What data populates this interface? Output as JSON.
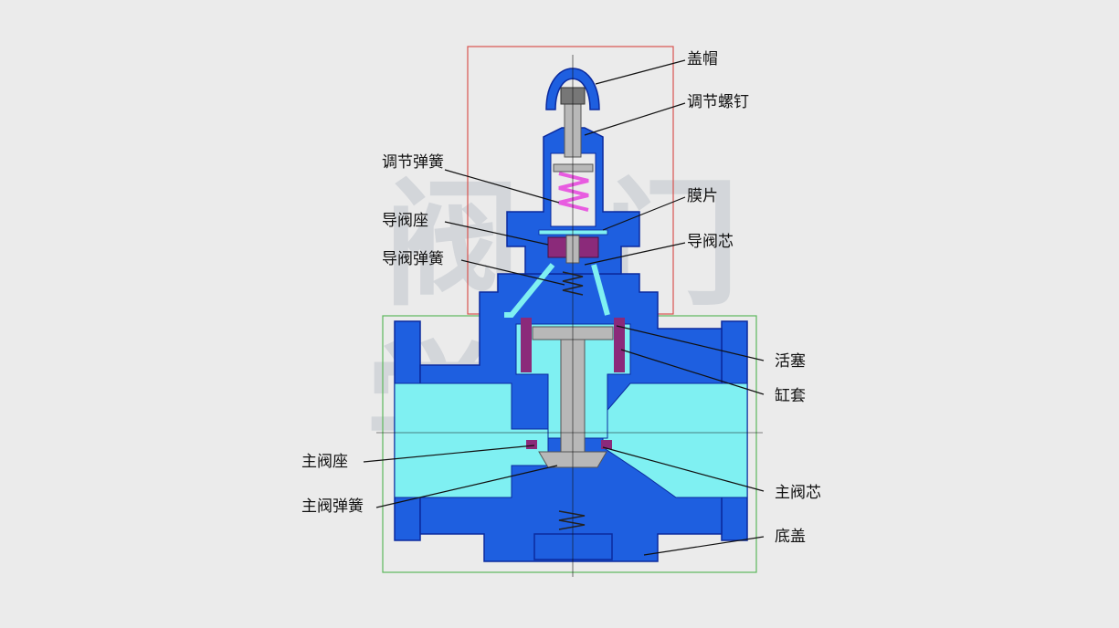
{
  "diagram": {
    "colors": {
      "body": "#1e5fe0",
      "body_dark": "#0b2a9e",
      "fluid": "#7ff0f2",
      "spring": "#e85ce0",
      "seat": "#8b2a7a",
      "metal": "#b8b8b8",
      "pilot_box": "#d9534f",
      "main_box": "#5cb85c",
      "background": "#ebebeb"
    },
    "watermark": "阀门学堂",
    "labels": {
      "cap": "盖帽",
      "adjust_screw": "调节螺钉",
      "adjust_spring": "调节弹簧",
      "diaphragm": "膜片",
      "pilot_seat": "导阀座",
      "pilot_core": "导阀芯",
      "pilot_spring": "导阀弹簧",
      "piston": "活塞",
      "cylinder_sleeve": "缸套",
      "main_seat": "主阀座",
      "main_core": "主阀芯",
      "main_spring": "主阀弹簧",
      "bottom_cover": "底盖"
    }
  }
}
